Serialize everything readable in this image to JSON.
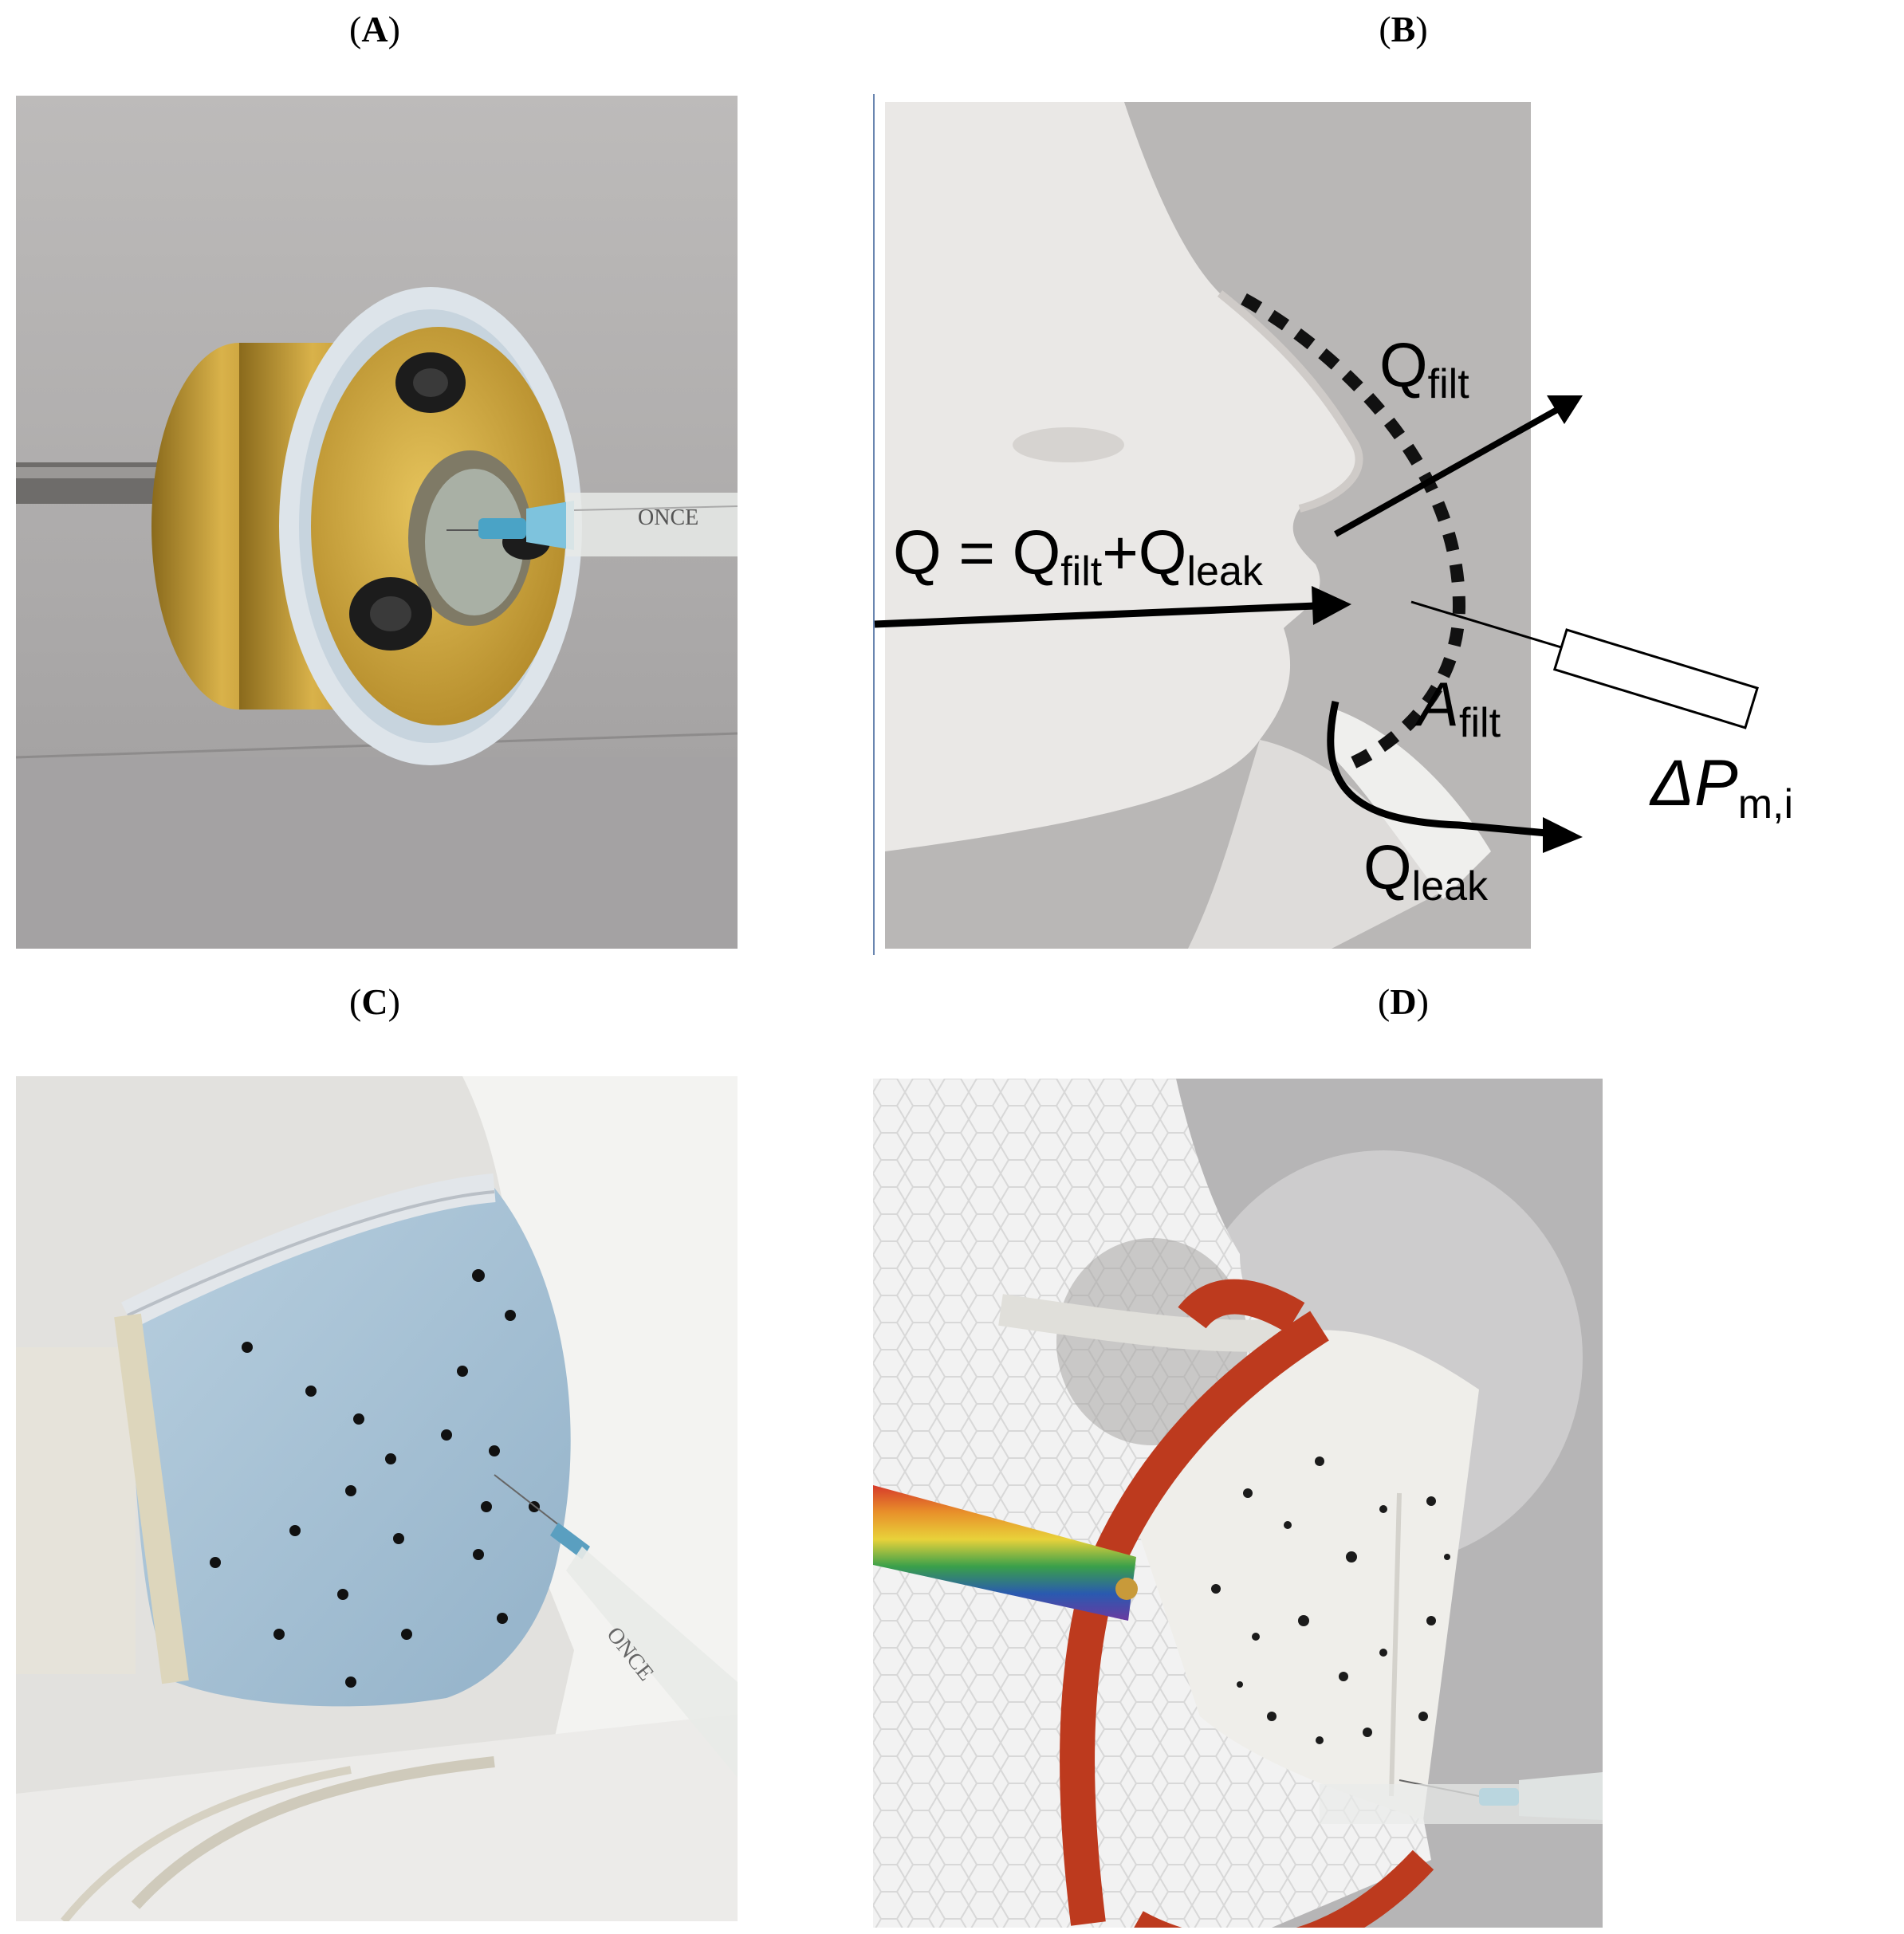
{
  "panels": {
    "a": {
      "label_open": "(",
      "label_letter": "A",
      "label_close": ")"
    },
    "b": {
      "label_open": "(",
      "label_letter": "B",
      "label_close": ")"
    },
    "c": {
      "label_open": "(",
      "label_letter": "C",
      "label_close": ")"
    },
    "d": {
      "label_open": "(",
      "label_letter": "D",
      "label_close": ")"
    }
  },
  "photo_a": {
    "syringe_text": "ONCE"
  },
  "photo_c": {
    "syringe_text": "ONCE"
  },
  "annotations": {
    "q_filt_main": "Q",
    "q_filt_sub": "filt",
    "equation_q": "Q = Q",
    "equation_sub1": "filt",
    "equation_plus": "+Q",
    "equation_sub2": "leak",
    "a_filt_main": "A",
    "a_filt_sub": "filt",
    "delta_p_main": "ΔP",
    "delta_p_sub": "m,i",
    "q_leak_main": "Q",
    "q_leak_sub": "leak"
  },
  "colors": {
    "brass": "#c9a23a",
    "mask_blue": "#a9c4d8",
    "strap_red": "#c0391c",
    "background_gray": "#b5b3b2"
  }
}
